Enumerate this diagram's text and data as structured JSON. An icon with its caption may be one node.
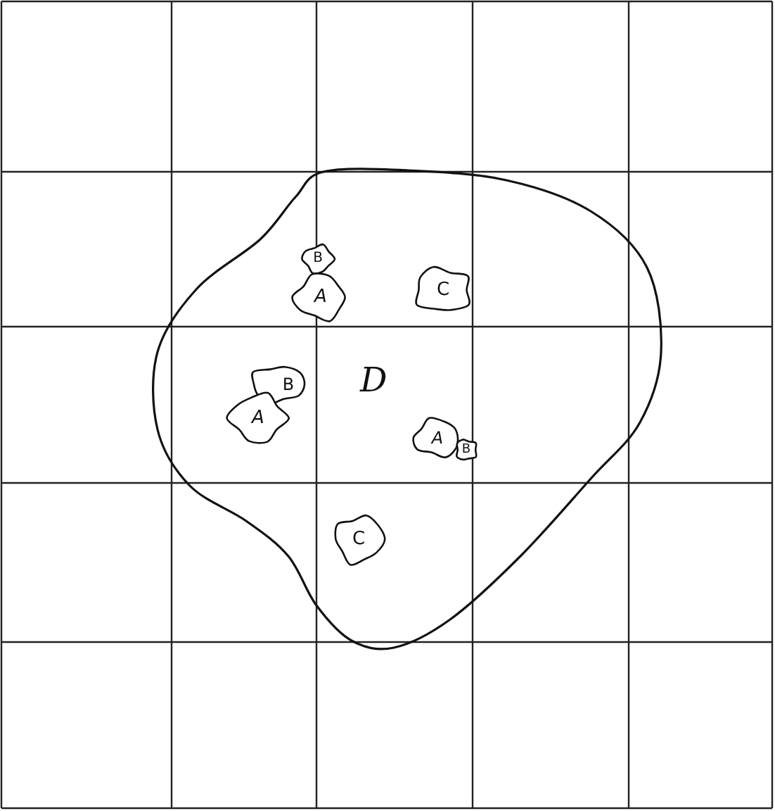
{
  "diagram": {
    "nodes": [
      {
        "text": [
          "D"
        ]
      },
      {
        "text": [
          "B"
        ],
        "in": 0
      },
      {
        "text": [
          "A"
        ],
        "in": 0
      },
      {
        "text": [
          "C"
        ],
        "in": 0
      },
      {
        "text": [
          "B"
        ],
        "in": 0
      },
      {
        "text": [
          "A"
        ],
        "in": 0
      },
      {
        "text": [
          "A"
        ],
        "in": 0
      },
      {
        "text": [
          "B"
        ],
        "in": 0
      },
      {
        "text": [
          "C"
        ],
        "in": 0
      }
    ]
  }
}
